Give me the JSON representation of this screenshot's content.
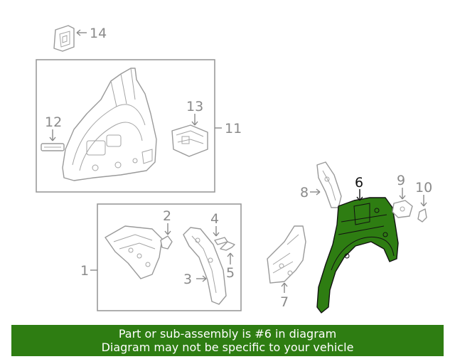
{
  "callouts": {
    "c1": "1",
    "c2": "2",
    "c3": "3",
    "c4": "4",
    "c5": "5",
    "c6": "6",
    "c7": "7",
    "c8": "8",
    "c9": "9",
    "c10": "10",
    "c11": "11",
    "c12": "12",
    "c13": "13",
    "c14": "14"
  },
  "highlight": {
    "part": "6",
    "color": "#2e7d12"
  },
  "banner": {
    "line1": "Part or sub-assembly is #6 in diagram",
    "line2": "Diagram may not be specific to your vehicle",
    "background": "#2e7d12"
  }
}
